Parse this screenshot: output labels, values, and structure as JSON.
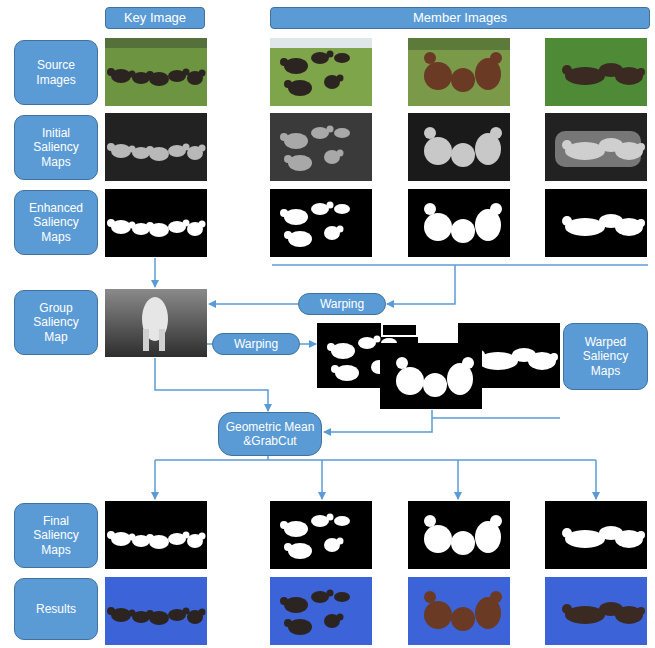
{
  "diagram": {
    "nodes": [
      {
        "text": [
          "Key Image"
        ]
      },
      {
        "text": [
          "Member Images"
        ]
      },
      {
        "text": [
          "Source Images"
        ]
      },
      {
        "text": [
          "Initial Saliency Maps"
        ]
      },
      {
        "text": [
          "Enhanced Saliency Maps"
        ]
      },
      {
        "text": [
          "Group Saliency Map"
        ]
      },
      {
        "text": [
          "Warping"
        ]
      },
      {
        "text": [
          "Warping"
        ]
      },
      {
        "text": [
          "Warped Saliency Maps"
        ]
      },
      {
        "text": [
          "Geometric Mean &GrabCut"
        ]
      },
      {
        "text": [
          "Final Saliency Maps"
        ]
      },
      {
        "text": [
          "Results"
        ]
      }
    ]
  }
}
